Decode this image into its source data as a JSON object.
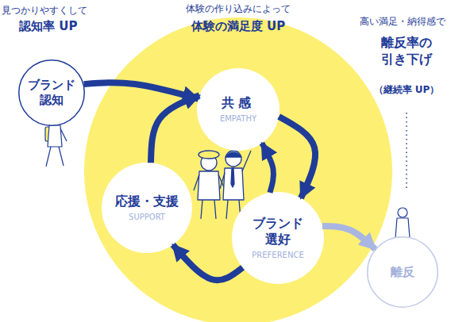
{
  "diagram": {
    "nodes": [
      {
        "text": [
          "ブランド 認知"
        ]
      },
      {
        "text": [
          "共感",
          "EMPATHY"
        ]
      },
      {
        "text": [
          "応援・支援",
          "SUPPORT"
        ]
      },
      {
        "text": [
          "ブランド 選好",
          "PREFERENCE"
        ]
      },
      {
        "text": [
          "離反"
        ]
      }
    ],
    "edges": [
      {
        "from": 0,
        "to": 1,
        "arrow": "to"
      },
      {
        "from": 1,
        "to": 3,
        "arrow": "to"
      },
      {
        "from": 3,
        "to": 2,
        "arrow": "to"
      },
      {
        "from": 2,
        "to": 1,
        "arrow": "to"
      },
      {
        "from": 3,
        "to": 1,
        "arrow": "to"
      },
      {
        "from": 3,
        "to": 4,
        "arrow": "to"
      }
    ],
    "labels": [
      "見つかりやすくして",
      "認知率 UP",
      "体験の作り込みによって",
      "体験の満足度 UP",
      "高い満足・納得感で",
      "離反率の 引き下げ",
      "（継続率 UP）"
    ]
  }
}
